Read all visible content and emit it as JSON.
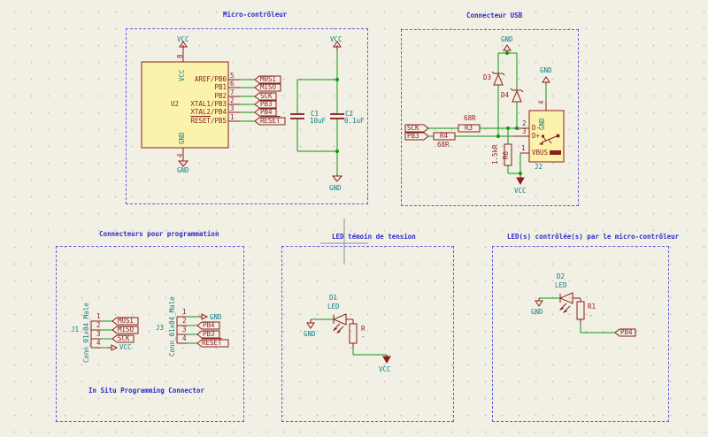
{
  "app": "schematic-editor-canvas",
  "colors": {
    "background": "#f2f0e4",
    "wire_green": "#0a9a0a",
    "symbol_maroon": "#8a1d1d",
    "symbol_fill_yellow": "#fbf3ac",
    "text_teal": "#0b8181",
    "text_blue": "#2b2bcd",
    "crosshair_gray": "#8f8f8f"
  },
  "icons": {
    "usb_logo": "usb-trident-icon",
    "power_up": "vcc-arrow-icon",
    "power_down": "gnd-triangle-icon"
  },
  "micro": {
    "title": "Micro-contrôleur",
    "vcc_top": "VCC",
    "gnd_bottom": "GND",
    "ic": {
      "ref": "U2",
      "pin8_num": "8",
      "pin8_name": "VCC",
      "pin4_num": "4",
      "pin4_name": "GND",
      "pins": [
        {
          "num": "5",
          "name": "AREF/PB0",
          "label": "MOSI"
        },
        {
          "num": "6",
          "name": "PB1",
          "label": "MISO"
        },
        {
          "num": "7",
          "name": "PB2",
          "label": "SCK"
        },
        {
          "num": "2",
          "name": "XTAL1/PB3",
          "label": "PB3"
        },
        {
          "num": "3",
          "name": "XTAL2/PB4",
          "label": "PB4"
        },
        {
          "num": "1",
          "name_over": "RESET",
          "name_rest": "/PB5",
          "label": "RESET"
        }
      ]
    },
    "caps": {
      "vcc": "VCC",
      "gnd": "GND",
      "c1_ref": "C1",
      "c1_val": "10uF",
      "c2_ref": "C2",
      "c2_val": "0.1uF"
    }
  },
  "usb": {
    "title": "Connecteur USB",
    "gnd_top": "GND",
    "gnd_right": "GND",
    "vcc_bottom": "VCC",
    "d3_ref": "D3",
    "d4_ref": "D4",
    "r3_ref": "R3",
    "r3_val": "68R",
    "r4_ref": "R4",
    "r4_val": "68R",
    "r6_ref": "R6",
    "r6_val": "1.5kR",
    "label_sck": "SCK",
    "label_pb3": "PB3",
    "j2": {
      "ref": "J2",
      "pin2_num": "2",
      "pin3_num": "3",
      "pin1_num": "1",
      "pin4_num": "4",
      "dm": "D-",
      "dp": "D+",
      "vbus": "VBUS",
      "gnd": "GND"
    }
  },
  "prog": {
    "title": "Connecteurs pour programmation",
    "note": "In Situ Programming Connector",
    "j1": {
      "ref": "J1",
      "value": "Conn_01x04_Male",
      "pin1": "1",
      "pin2": "2",
      "pin3": "3",
      "pin4": "4",
      "label1": "MOSI",
      "label2": "MISO",
      "label3": "SCK",
      "vcc": "VCC"
    },
    "j3": {
      "ref": "J3",
      "value": "Conn_01x04_Male",
      "pin1": "1",
      "pin2": "2",
      "pin3": "3",
      "pin4": "4",
      "gnd": "GND",
      "label2": "PB4",
      "label3": "PB3",
      "label4": "RESET"
    }
  },
  "led1": {
    "title": "LED témoin de tension",
    "ref": "D1",
    "value": "LED",
    "gnd": "GND",
    "r_ref": "R",
    "r_val": "-",
    "vcc": "VCC"
  },
  "led2": {
    "title": "LED(s) contrôlée(s) par le micro-contrôleur",
    "ref": "D2",
    "value": "LED",
    "gnd": "GND",
    "r_ref": "R1",
    "r_val": "-",
    "label": "PB4"
  }
}
